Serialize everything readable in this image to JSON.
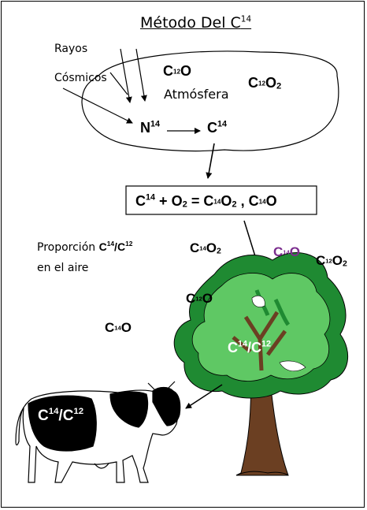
{
  "title": {
    "text": "Método Del C",
    "sup": "14"
  },
  "labels": {
    "rays_line1": "Rayos",
    "rays_line2": "Cósmicos",
    "atmosphere": "Atmósfera",
    "proportion_line1": "Proporción",
    "proportion_line2": "en el aire"
  },
  "isotopes": {
    "c": "C",
    "n": "N",
    "o": "O",
    "mass14": "14",
    "mass12": "12",
    "sub2": "2",
    "slash": "/"
  },
  "equation": {
    "plus": "+",
    "equals": "=",
    "comma": ",",
    "o2_prefix": "O"
  },
  "colors": {
    "ink": "#000000",
    "tree_dark": "#1f8a32",
    "tree_light": "#5fc864",
    "trunk": "#6b3f22",
    "purple": "#7b2d8e"
  },
  "icons": {
    "tree": "tree-illustration",
    "cow": "cow-illustration"
  }
}
